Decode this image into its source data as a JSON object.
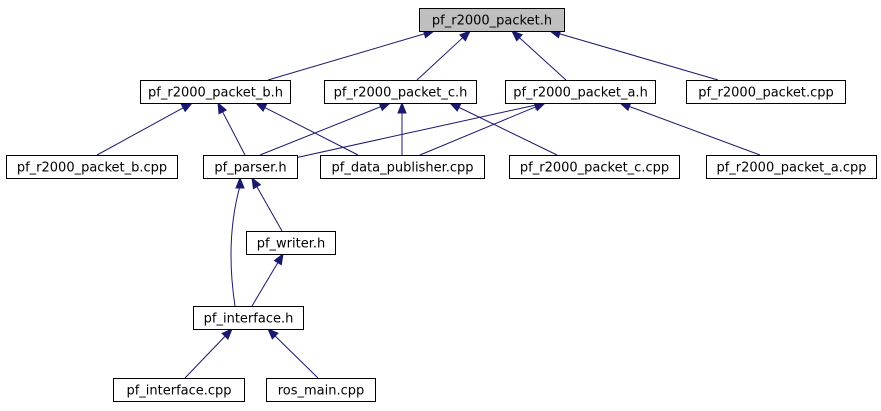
{
  "diagram": {
    "nodes": [
      {
        "id": "n0",
        "label": "pf_r2000_packet.h",
        "highlight": true
      },
      {
        "id": "n1",
        "label": "pf_r2000_packet_b.h"
      },
      {
        "id": "n2",
        "label": "pf_r2000_packet_c.h"
      },
      {
        "id": "n3",
        "label": "pf_r2000_packet_a.h"
      },
      {
        "id": "n4",
        "label": "pf_r2000_packet.cpp"
      },
      {
        "id": "n5",
        "label": "pf_r2000_packet_b.cpp"
      },
      {
        "id": "n6",
        "label": "pf_parser.h"
      },
      {
        "id": "n7",
        "label": "pf_data_publisher.cpp"
      },
      {
        "id": "n8",
        "label": "pf_r2000_packet_c.cpp"
      },
      {
        "id": "n9",
        "label": "pf_r2000_packet_a.cpp"
      },
      {
        "id": "n10",
        "label": "pf_writer.h"
      },
      {
        "id": "n11",
        "label": "pf_interface.h"
      },
      {
        "id": "n12",
        "label": "pf_interface.cpp"
      },
      {
        "id": "n13",
        "label": "ros_main.cpp"
      }
    ],
    "edges": [
      {
        "from": "n1",
        "to": "n0"
      },
      {
        "from": "n2",
        "to": "n0"
      },
      {
        "from": "n3",
        "to": "n0"
      },
      {
        "from": "n4",
        "to": "n0"
      },
      {
        "from": "n5",
        "to": "n1"
      },
      {
        "from": "n6",
        "to": "n1"
      },
      {
        "from": "n7",
        "to": "n1"
      },
      {
        "from": "n6",
        "to": "n2"
      },
      {
        "from": "n7",
        "to": "n2"
      },
      {
        "from": "n8",
        "to": "n2"
      },
      {
        "from": "n6",
        "to": "n3"
      },
      {
        "from": "n7",
        "to": "n3"
      },
      {
        "from": "n9",
        "to": "n3"
      },
      {
        "from": "n10",
        "to": "n6"
      },
      {
        "from": "n11",
        "to": "n6"
      },
      {
        "from": "n11",
        "to": "n10"
      },
      {
        "from": "n12",
        "to": "n11"
      },
      {
        "from": "n13",
        "to": "n11"
      }
    ],
    "colors": {
      "edge": "#191970",
      "root_fill": "#bfbfbf",
      "node_fill": "#ffffff",
      "border": "#000000"
    }
  }
}
